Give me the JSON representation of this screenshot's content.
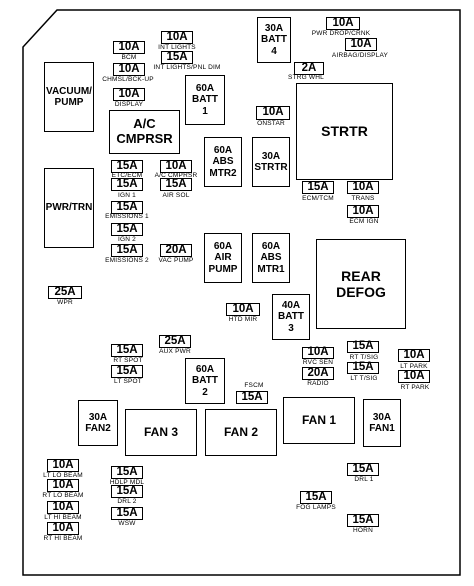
{
  "fuses": [
    {
      "id": "f-int-lights",
      "amp": "10A",
      "label": "INT LIGHTS"
    },
    {
      "id": "f-int-lights-pnl-dim",
      "amp": "15A",
      "label": "INT LIGHTS/PNL DIM"
    },
    {
      "id": "f-bcm",
      "amp": "10A",
      "label": "BCM"
    },
    {
      "id": "f-chmsl",
      "amp": "10A",
      "label": "CHMSL/BCK-UP"
    },
    {
      "id": "f-display",
      "amp": "10A",
      "label": "DISPLAY"
    },
    {
      "id": "f-pwr-drop",
      "amp": "10A",
      "label": "PWR DROP/CRNK"
    },
    {
      "id": "f-airbag",
      "amp": "10A",
      "label": "AIRBAG/DISPLAY"
    },
    {
      "id": "f-strg-whl",
      "amp": "2A",
      "label": "STRG WHL"
    },
    {
      "id": "f-onstar",
      "amp": "10A",
      "label": "ONSTAR"
    },
    {
      "id": "f-etc-ecm",
      "amp": "15A",
      "label": "ETC/ECM"
    },
    {
      "id": "f-ac-cmprsr",
      "amp": "10A",
      "label": "A/C CMPRSR"
    },
    {
      "id": "f-ign1",
      "amp": "15A",
      "label": "IGN 1"
    },
    {
      "id": "f-air-sol",
      "amp": "15A",
      "label": "AIR SOL"
    },
    {
      "id": "f-emissions1",
      "amp": "15A",
      "label": "EMISSIONS 1"
    },
    {
      "id": "f-ign2",
      "amp": "15A",
      "label": "IGN 2"
    },
    {
      "id": "f-emissions2",
      "amp": "15A",
      "label": "EMISSIONS 2"
    },
    {
      "id": "f-vac-pump",
      "amp": "20A",
      "label": "VAC PUMP"
    },
    {
      "id": "f-ecm-tcm",
      "amp": "15A",
      "label": "ECM/TCM"
    },
    {
      "id": "f-trans",
      "amp": "10A",
      "label": "TRANS"
    },
    {
      "id": "f-ecm-ign",
      "amp": "10A",
      "label": "ECM IGN"
    },
    {
      "id": "f-wpr",
      "amp": "25A",
      "label": "WPR"
    },
    {
      "id": "f-htd-mir",
      "amp": "10A",
      "label": "HTD MIR"
    },
    {
      "id": "f-rt-spot",
      "amp": "15A",
      "label": "RT SPOT"
    },
    {
      "id": "f-aux-pwr",
      "amp": "25A",
      "label": "AUX PWR"
    },
    {
      "id": "f-lt-spot",
      "amp": "15A",
      "label": "LT SPOT"
    },
    {
      "id": "f-rvc-sen",
      "amp": "10A",
      "label": "RVC SEN"
    },
    {
      "id": "f-radio",
      "amp": "20A",
      "label": "RADIO"
    },
    {
      "id": "f-rt-tsig",
      "amp": "15A",
      "label": "RT T/SIG"
    },
    {
      "id": "f-lt-tsig",
      "amp": "15A",
      "label": "LT T/SIG"
    },
    {
      "id": "f-lt-park",
      "amp": "10A",
      "label": "LT PARK"
    },
    {
      "id": "f-rt-park",
      "amp": "10A",
      "label": "RT PARK"
    },
    {
      "id": "f-fscm",
      "amp": "15A",
      "label": "FSCM"
    },
    {
      "id": "f-lt-lo-beam",
      "amp": "10A",
      "label": "LT LO BEAM"
    },
    {
      "id": "f-rt-lo-beam",
      "amp": "10A",
      "label": "RT LO BEAM"
    },
    {
      "id": "f-lt-hi-beam",
      "amp": "10A",
      "label": "LT HI BEAM"
    },
    {
      "id": "f-rt-hi-beam",
      "amp": "10A",
      "label": "RT HI BEAM"
    },
    {
      "id": "f-hdlp-mdl",
      "amp": "15A",
      "label": "HDLP MDL"
    },
    {
      "id": "f-drl2",
      "amp": "15A",
      "label": "DRL 2"
    },
    {
      "id": "f-wsw",
      "amp": "15A",
      "label": "WSW"
    },
    {
      "id": "f-drl1",
      "amp": "15A",
      "label": "DRL 1"
    },
    {
      "id": "f-fog-lamps",
      "amp": "15A",
      "label": "FOG LAMPS"
    },
    {
      "id": "f-horn",
      "amp": "15A",
      "label": "HORN"
    }
  ],
  "components": [
    {
      "id": "c-batt4",
      "lines": [
        "30A",
        "BATT",
        "4"
      ]
    },
    {
      "id": "c-vacuum-pump",
      "lines": [
        "VACUUM/",
        "PUMP"
      ]
    },
    {
      "id": "c-batt1",
      "lines": [
        "60A",
        "BATT",
        "1"
      ]
    },
    {
      "id": "c-ac-cmprsr",
      "lines": [
        "A/C",
        "CMPRSR"
      ]
    },
    {
      "id": "c-strtr",
      "lines": [
        "STRTR"
      ]
    },
    {
      "id": "c-abs-mtr2",
      "lines": [
        "60A",
        "ABS",
        "MTR2"
      ]
    },
    {
      "id": "c-strtr-30a",
      "lines": [
        "30A",
        "STRTR"
      ]
    },
    {
      "id": "c-pwr-trn",
      "lines": [
        "PWR/TRN"
      ]
    },
    {
      "id": "c-air-pump",
      "lines": [
        "60A",
        "AIR",
        "PUMP"
      ]
    },
    {
      "id": "c-abs-mtr1",
      "lines": [
        "60A",
        "ABS",
        "MTR1"
      ]
    },
    {
      "id": "c-rear-defog",
      "lines": [
        "REAR",
        "DEFOG"
      ]
    },
    {
      "id": "c-batt3",
      "lines": [
        "40A",
        "BATT",
        "3"
      ]
    },
    {
      "id": "c-batt2",
      "lines": [
        "60A",
        "BATT",
        "2"
      ]
    },
    {
      "id": "c-fan2-relay",
      "lines": [
        "30A",
        "FAN2"
      ]
    },
    {
      "id": "c-fan3",
      "lines": [
        "FAN 3"
      ]
    },
    {
      "id": "c-fan2",
      "lines": [
        "FAN 2"
      ]
    },
    {
      "id": "c-fan1",
      "lines": [
        "FAN 1"
      ]
    },
    {
      "id": "c-fan1-relay",
      "lines": [
        "30A",
        "FAN1"
      ]
    }
  ]
}
